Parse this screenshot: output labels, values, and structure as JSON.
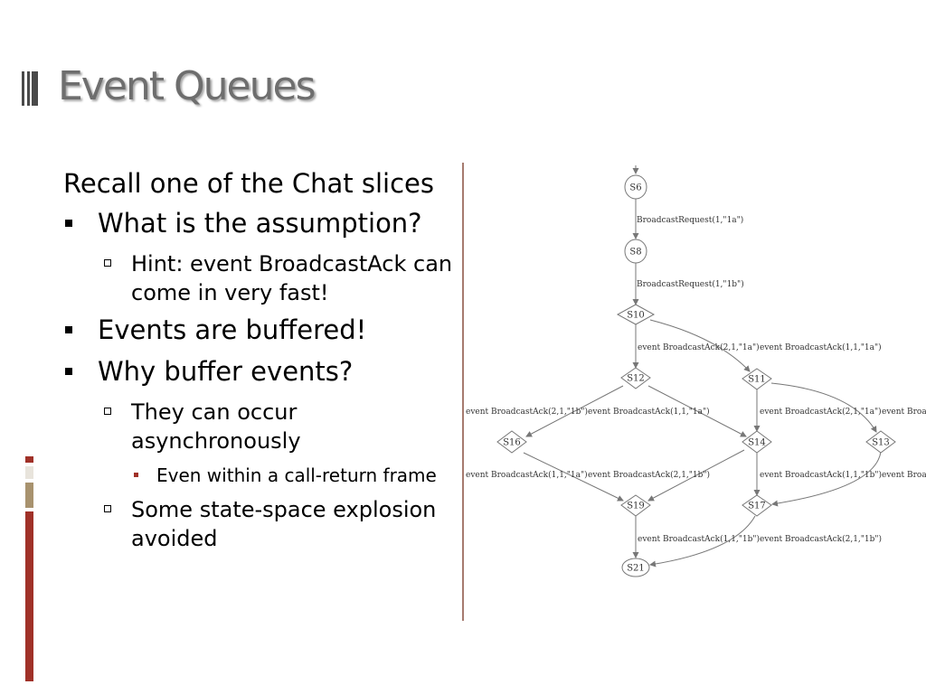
{
  "slide": {
    "title": "Event Queues",
    "content": {
      "heading": "Recall one of the Chat slices",
      "bullets": [
        {
          "text": "What is the assumption?",
          "sub": [
            {
              "text": "Hint: event BroadcastAck can come in very fast!"
            }
          ]
        },
        {
          "text": "Events are buffered!"
        },
        {
          "text": "Why buffer events?",
          "sub": [
            {
              "text": "They can occur asynchronously",
              "sub": [
                {
                  "text": "Even within a call-return frame"
                }
              ]
            },
            {
              "text": "Some state-space explosion avoided"
            }
          ]
        }
      ]
    },
    "colors": {
      "title": "#6e6e6e",
      "accent_red": "#a03128",
      "accent_tan": "#a8926e",
      "divider": "#a67b6f"
    }
  },
  "diagram": {
    "nodes": [
      {
        "id": "S6",
        "label": "S6",
        "shape": "circle"
      },
      {
        "id": "S8",
        "label": "S8",
        "shape": "circle"
      },
      {
        "id": "S10",
        "label": "S10",
        "shape": "diamond"
      },
      {
        "id": "S11",
        "label": "S11",
        "shape": "diamond"
      },
      {
        "id": "S12",
        "label": "S12",
        "shape": "diamond"
      },
      {
        "id": "S13",
        "label": "S13",
        "shape": "diamond"
      },
      {
        "id": "S14",
        "label": "S14",
        "shape": "diamond"
      },
      {
        "id": "S16",
        "label": "S16",
        "shape": "diamond"
      },
      {
        "id": "S17",
        "label": "S17",
        "shape": "diamond"
      },
      {
        "id": "S19",
        "label": "S19",
        "shape": "diamond"
      },
      {
        "id": "S21",
        "label": "S21",
        "shape": "circle"
      }
    ],
    "edge_labels": [
      "BroadcastRequest(1,\"1a\")",
      "BroadcastRequest(1,\"1b\")",
      "event BroadcastAck(2,1,\"1a\")",
      "event BroadcastAck(1,1,\"1a\")",
      "event BroadcastAck(2,1,\"1b\")",
      "event BroadcastAck(1,1,\"1a\")",
      "event BroadcastAck(2,1,\"1a\")",
      "event Broad",
      "event BroadcastAck(1,1,\"1a\")",
      "event BroadcastAck(2,1,\"1b\")",
      "event BroadcastAck(1,1,\"1b\")",
      "event Broad",
      "event BroadcastAck(1,1,\"1b\")",
      "event BroadcastAck(2,1,\"1b\")"
    ]
  }
}
